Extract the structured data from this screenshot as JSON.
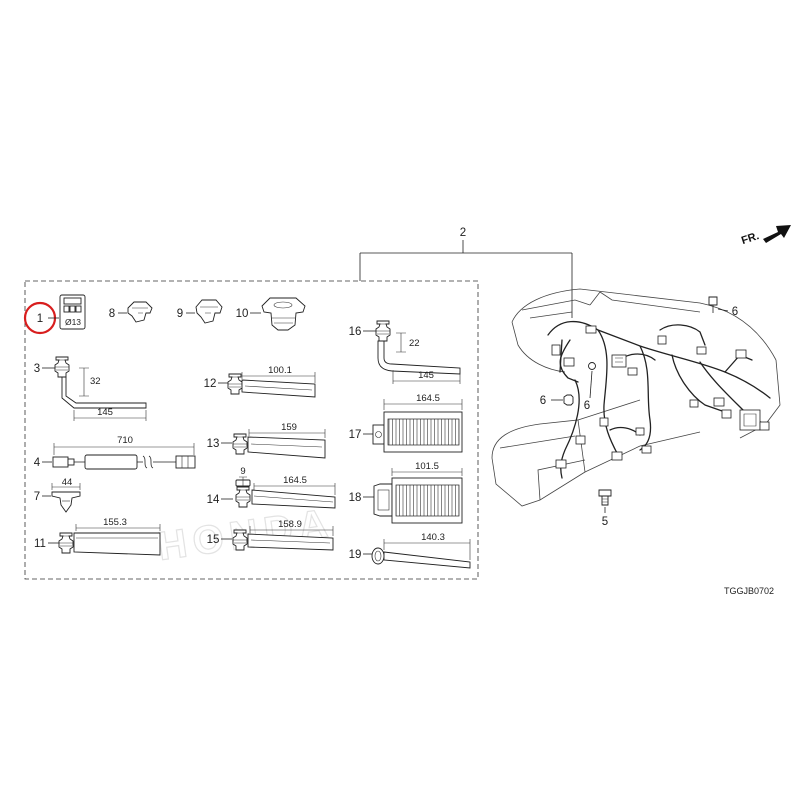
{
  "diagram": {
    "watermark": "HONDA",
    "direction_label": "FR.",
    "drawing_code": "TGGJB0702",
    "assembly_callout": "2",
    "highlight_color": "#d81e1e",
    "parts": [
      {
        "callout": "1",
        "dims": [
          "Ø13"
        ],
        "highlighted": true
      },
      {
        "callout": "8"
      },
      {
        "callout": "9"
      },
      {
        "callout": "10"
      },
      {
        "callout": "16",
        "dims": [
          "22",
          "145"
        ]
      },
      {
        "callout": "3",
        "dims": [
          "32",
          "145"
        ]
      },
      {
        "callout": "12",
        "dims": [
          "100.1"
        ]
      },
      {
        "callout": "17",
        "dims": [
          "164.5"
        ]
      },
      {
        "callout": "4",
        "dims": [
          "710"
        ]
      },
      {
        "callout": "13",
        "dims": [
          "159"
        ]
      },
      {
        "callout": "7",
        "dims": [
          "44"
        ]
      },
      {
        "callout": "14",
        "dims": [
          "9",
          "164.5"
        ]
      },
      {
        "callout": "18",
        "dims": [
          "101.5"
        ]
      },
      {
        "callout": "11",
        "dims": [
          "155.3"
        ]
      },
      {
        "callout": "15",
        "dims": [
          "158.9"
        ]
      },
      {
        "callout": "19",
        "dims": [
          "140.3"
        ]
      }
    ],
    "harness_callouts": [
      "6",
      "6",
      "6",
      "5"
    ]
  }
}
